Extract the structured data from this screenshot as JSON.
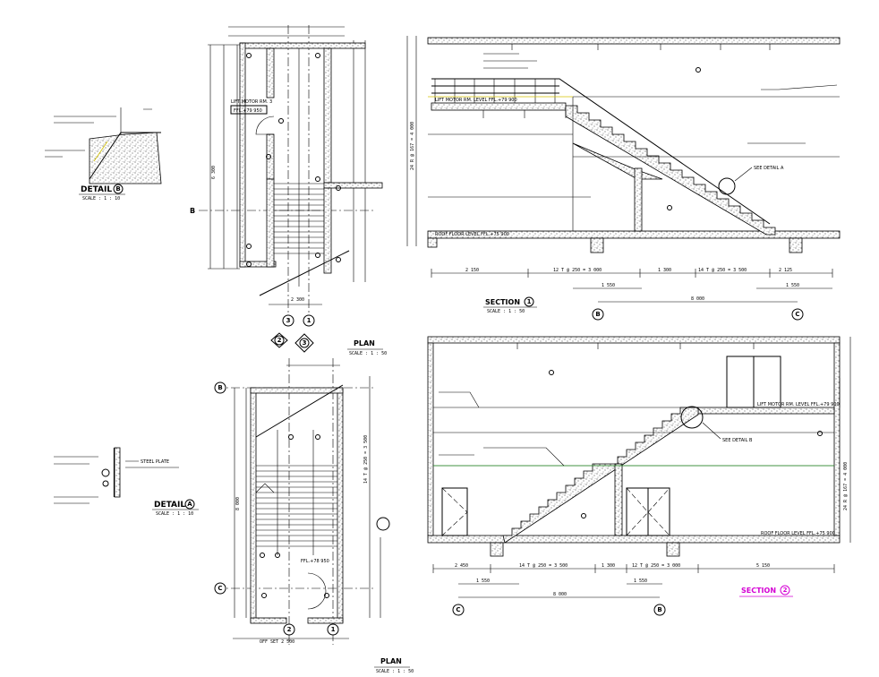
{
  "titles": {
    "plan_top": "PLAN",
    "plan_top_scale": "SCALE : 1 : 50",
    "plan_bottom": "PLAN",
    "plan_bottom_scale": "SCALE : 1 : 50",
    "section1": "SECTION",
    "section1_num": "1",
    "section1_scale": "SCALE : 1 : 50",
    "section2": "SECTION",
    "section2_num": "2",
    "detail_b": "DETAIL",
    "detail_b_letter": "B",
    "detail_b_scale": "SCALE : 1 : 10",
    "detail_a": "DETAIL",
    "detail_a_letter": "A",
    "detail_a_scale": "SCALE : 1 : 10"
  },
  "grid_bubbles": {
    "b": "B",
    "c": "C",
    "one": "1",
    "two": "2",
    "three": "3"
  },
  "notes": {
    "lift_room": "LIFT MOTOR RM. 3",
    "ffl_top": "FFL.+79 950",
    "ffl_bottom": "FFL.+78 950",
    "roof_floor_1": "ROOF FLOOR LEVEL FFL.+75 900",
    "roof_floor_2": "ROOF FLOOR LEVEL FFL.+75 900",
    "lift_motor_1": "LIFT MOTOR RM. LEVEL FFL.+79 900",
    "lift_motor_2": "LIFT MOTOR RM. LEVEL FFL.+79 900",
    "see_detail_a": "SEE DETAIL A",
    "see_detail_b": "SEE DETAIL B",
    "steel_plate": "STEEL PLATE",
    "off_set": "OFF SET 2 500"
  },
  "dims": {
    "s1_bottom": [
      "2 150",
      "12 T @ 250 = 3 000",
      "1 300",
      "14 T @ 250 = 3 500",
      "2 125"
    ],
    "s1_second": [
      "1 550",
      "1 550"
    ],
    "s1_total": "8 000",
    "s2_bottom": [
      "2 450",
      "14 T @ 250 = 3 500",
      "1 300",
      "12 T @ 250 = 3 000",
      "5 150"
    ],
    "s2_second": [
      "1 550",
      "1 550"
    ],
    "s2_total": "8 000",
    "s1_vertical": "24 R @ 167 = 4 000",
    "s2_vertical": "24 R @ 167 = 4 000",
    "plan_vertical": "14 T @ 250 = 3 500",
    "plan_top_total": "6 300",
    "plan_bottom_total": "8 000",
    "stair_width": "2 300"
  }
}
